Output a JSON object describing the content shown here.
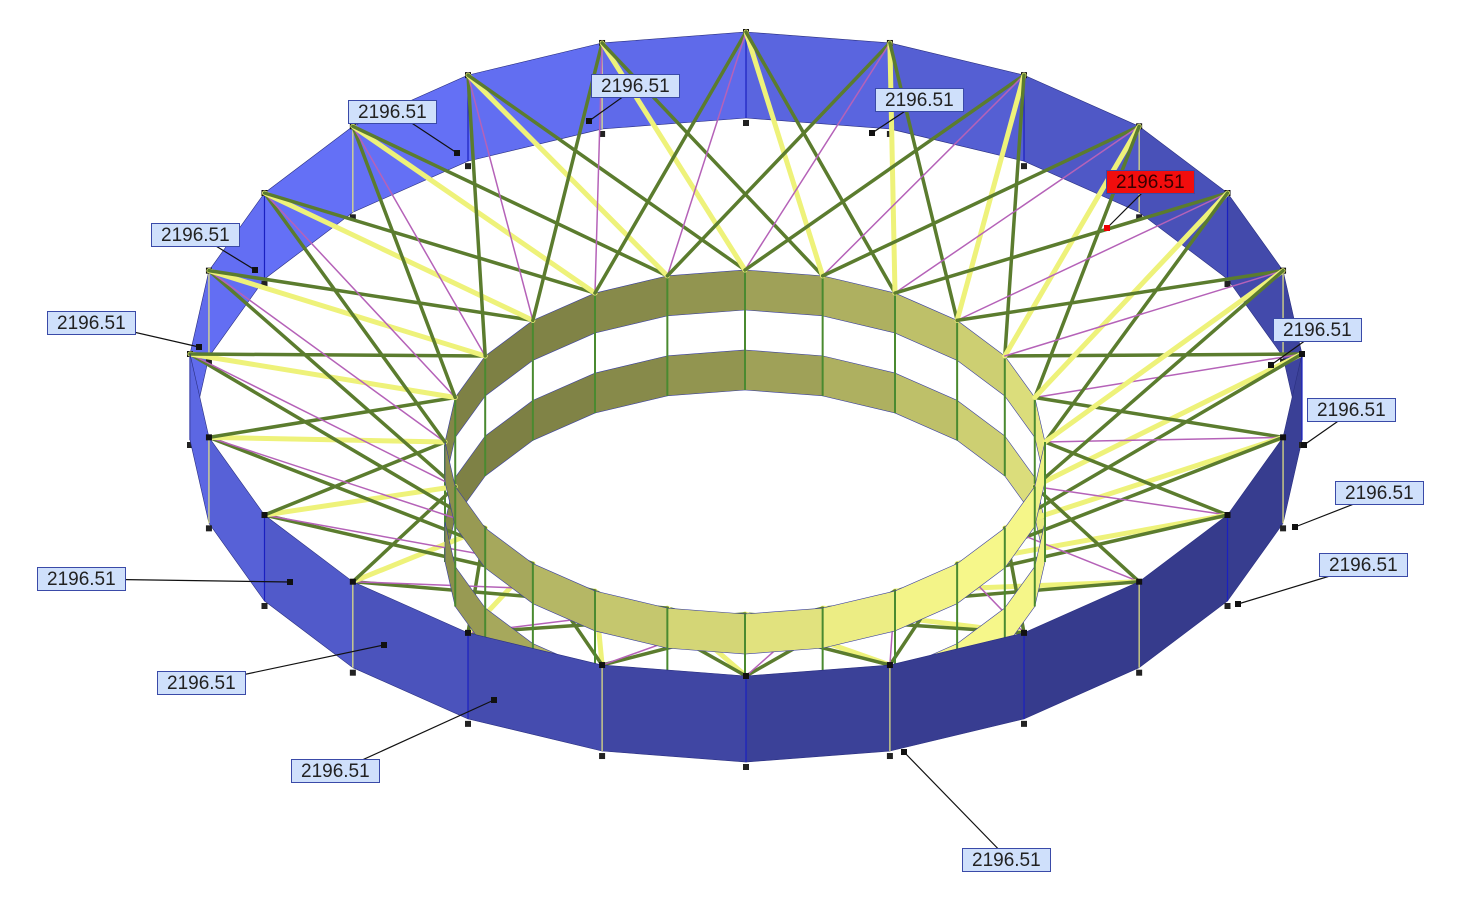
{
  "title": "Ring structure result view",
  "labels": [
    {
      "text": "2196.51",
      "highlighted": false
    },
    {
      "text": "2196.51",
      "highlighted": false
    },
    {
      "text": "2196.51",
      "highlighted": false
    },
    {
      "text": "2196.51",
      "highlighted": true
    },
    {
      "text": "2196.51",
      "highlighted": false
    },
    {
      "text": "2196.51",
      "highlighted": false
    },
    {
      "text": "2196.51",
      "highlighted": false
    },
    {
      "text": "2196.51",
      "highlighted": false
    },
    {
      "text": "2196.51",
      "highlighted": false
    },
    {
      "text": "2196.51",
      "highlighted": false
    },
    {
      "text": "2196.51",
      "highlighted": false
    },
    {
      "text": "2196.51",
      "highlighted": false
    },
    {
      "text": "2196.51",
      "highlighted": false
    },
    {
      "text": "2196.51",
      "highlighted": false
    }
  ],
  "colors": {
    "outer_light": "#6470f6",
    "outer_dark": "#363b8c",
    "inner_light": "#f6f78a",
    "inner_dark": "#7d8044",
    "truss_green": "#5b7c2e",
    "truss_magenta": "#b562b8",
    "truss_yellow": "#eef27a",
    "label_bg": "#cfe0fb",
    "label_highlight": "#f20d0d"
  }
}
